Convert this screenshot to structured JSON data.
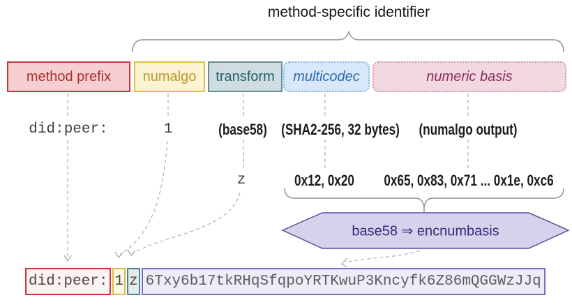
{
  "title": "method-specific identifier",
  "segments": [
    {
      "id": "method-prefix",
      "label": "method prefix",
      "value": "did:peer:"
    },
    {
      "id": "numalgo",
      "label": "numalgo",
      "value": "1"
    },
    {
      "id": "transform",
      "label": "transform",
      "note": "(base58)",
      "value": "z"
    },
    {
      "id": "multicodec",
      "label": "multicodec",
      "note": "(SHA2-256, 32 bytes)",
      "value": "0x12, 0x20"
    },
    {
      "id": "numeric-basis",
      "label": "numeric basis",
      "note": "(numalgo output)",
      "value": "0x65, 0x83, 0x71 ... 0x1e, 0xc6"
    }
  ],
  "encoding_step": {
    "label": "base58 ⇒ encnumbasis"
  },
  "result": {
    "method_prefix": "did:peer:",
    "numalgo": "1",
    "transform": "z",
    "encnumbasis": "6Txy6b17tkRHqSfqpoYRTKwuP3Kncyfk6Z86mQGGWzJJq"
  },
  "colors": {
    "method_prefix_accent": "#c23b3b",
    "numalgo_accent": "#e3c04c",
    "transform_accent": "#628e99",
    "multicodec_accent": "#86b7ea",
    "numeric_basis_accent": "#d794ad",
    "encoding_accent": "#5c4b9e",
    "result_basis_accent": "#7b6cc0"
  }
}
